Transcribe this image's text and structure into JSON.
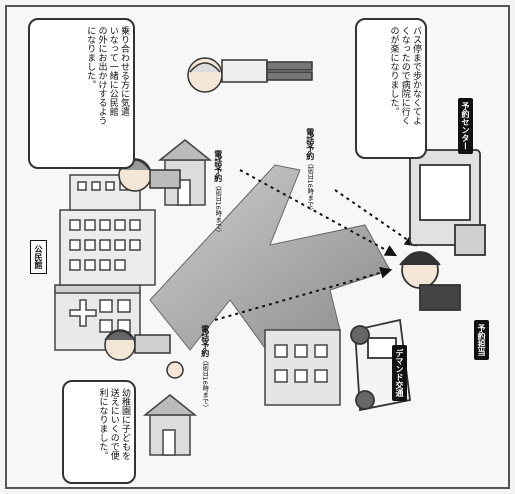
{
  "bubbles": {
    "top_left": "乗り合わせる方に気遣\nいなって一緒に公民館\nの外にお出かけするよう\nになりました。",
    "top_right": "バス停まで歩かなくてよ\nくなったので病院に行く\nのが楽になりました。",
    "bottom_left": "幼稚園に子どもを\n送えにいくので便\n利になりました。"
  },
  "tags": {
    "center": "予約センター",
    "operator": "予約担当",
    "left_building": "公民館",
    "vehicle": "デマンド交通"
  },
  "phone_calls": [
    {
      "label": "電話予約",
      "note": "（前日16時まで）"
    },
    {
      "label": "電話予約",
      "note": "（前日16時まで）"
    },
    {
      "label": "電話予約",
      "note": "（前日16時まで）"
    }
  ]
}
